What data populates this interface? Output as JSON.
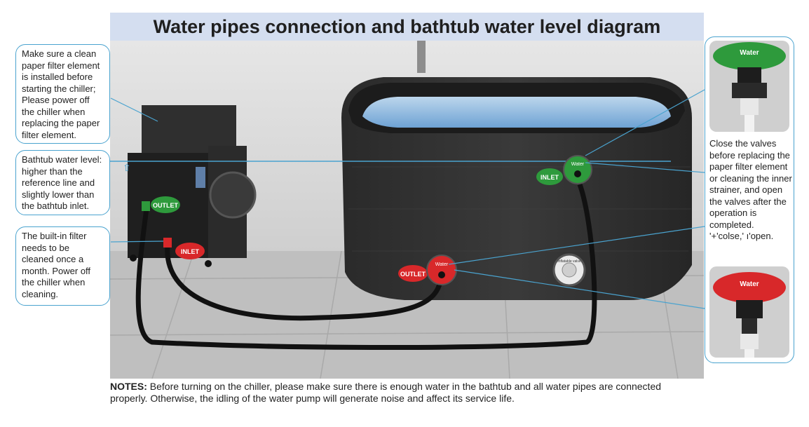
{
  "title": "Water pipes connection and bathtub water level diagram",
  "callouts": {
    "filter_element": "Make sure a clean paper filter element is installed before starting the chiller; Please power off the chiller when replacing the paper filter element.",
    "water_level": "Bathtub water level: higher than the reference line and slightly lower than the bathtub inlet.",
    "built_in_filter": "The built-in filter needs to be cleaned once a month. Power off the chiller when cleaning."
  },
  "valves_note": "Close the valves before replacing the paper filter element or cleaning the inner strainer, and open the valves after the operation is completed.",
  "valves_symbols": "'+'colse,' ı'open.",
  "labels": {
    "chiller_outlet": "OUTLET",
    "chiller_inlet": "INLET",
    "tub_inlet": "INLET",
    "tub_outlet": "OUTLET",
    "water_word": "Water",
    "inflatable_valve": "Inflatable valve"
  },
  "notes": {
    "label": "NOTES:",
    "text": "Before turning on the chiller, please make sure there is enough water in the bathtub and all water pipes are connected properly. Otherwise, the idling of the water pump will generate noise and affect its service life."
  },
  "colors": {
    "outlet_green": "#2e9a3c",
    "inlet_red": "#d8282a",
    "callout_line": "#4aa3cf"
  }
}
